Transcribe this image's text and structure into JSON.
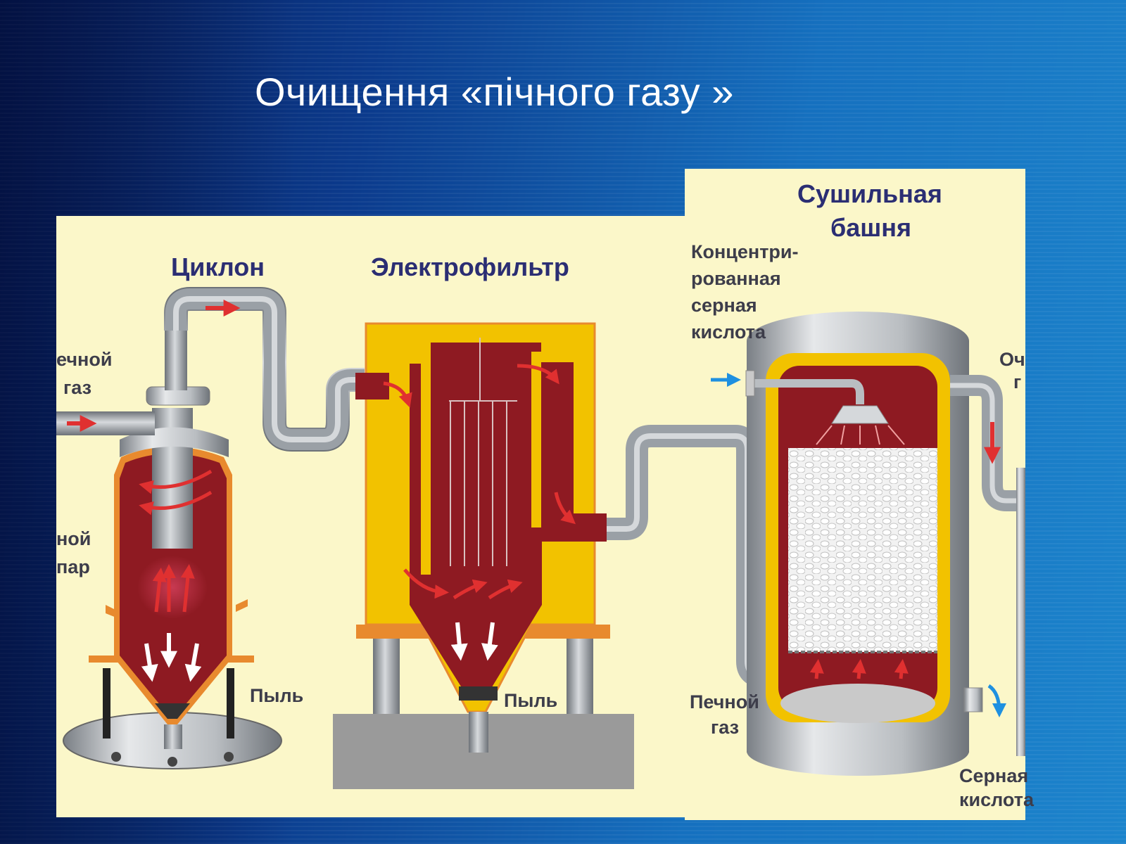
{
  "slide": {
    "title": "Очищення «пічного газу »"
  },
  "diagram": {
    "cyclone_title": "Циклон",
    "electrofilter_title": "Электрофильтр",
    "drying_tower_title_line1": "Сушильная",
    "drying_tower_title_line2": "башня",
    "cyclone_inlet_line1": "ечной",
    "cyclone_inlet_line2": "газ",
    "cyclone_side_line1": "ной",
    "cyclone_side_line2": "пар",
    "cyclone_dust": "Пыль",
    "electrofilter_dust": "Пыль",
    "acid_in_line1": "Концентри-",
    "acid_in_line2": "рованная",
    "acid_in_line3": "серная",
    "acid_in_line4": "кислота",
    "tower_gas_in_line1": "Печной",
    "tower_gas_in_line2": "газ",
    "tower_outlet_fragment_line1": "Оч",
    "tower_outlet_fragment_line2": "г",
    "acid_out_line1": "Серная",
    "acid_out_line2": "кислота"
  },
  "colors": {
    "panel_bg": "#fbf7c9",
    "vessel_interior": "#8e1a22",
    "vessel_shell": "#f2c200",
    "pipe_gray": "#8f949a",
    "title_ink": "#2b2e73",
    "flow_arrow": "#e03030",
    "inflow_arrow": "#1e90e0"
  }
}
